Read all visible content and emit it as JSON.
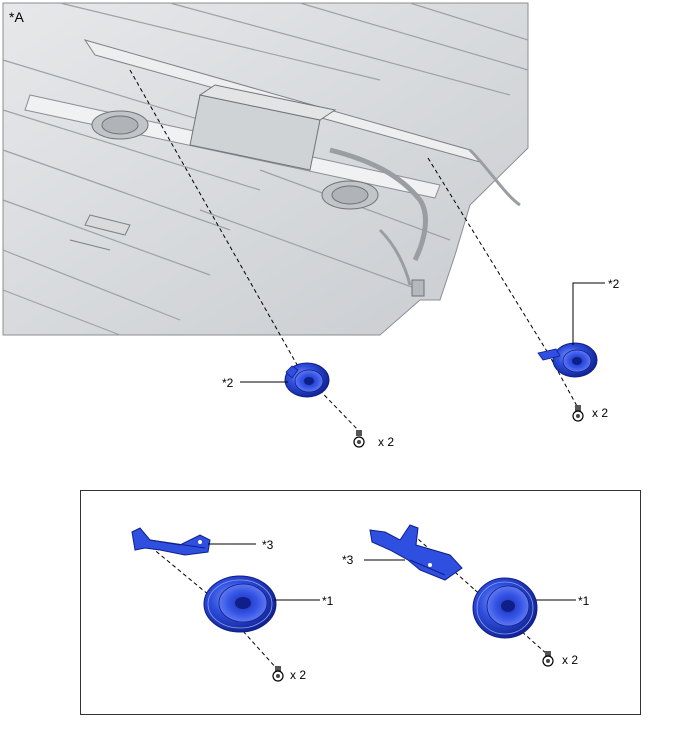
{
  "view_label": "*A",
  "callouts": {
    "speaker": "*1",
    "speaker_bracket_assembly": "*2",
    "bracket": "*3"
  },
  "qty": "x 2",
  "colors": {
    "part_blue": "#1f3fd6",
    "part_blue_light": "#6f86f0",
    "part_blue_dark": "#0f1f8a",
    "roof_gray": "#d8dadc",
    "roof_line": "#8a8e92"
  }
}
